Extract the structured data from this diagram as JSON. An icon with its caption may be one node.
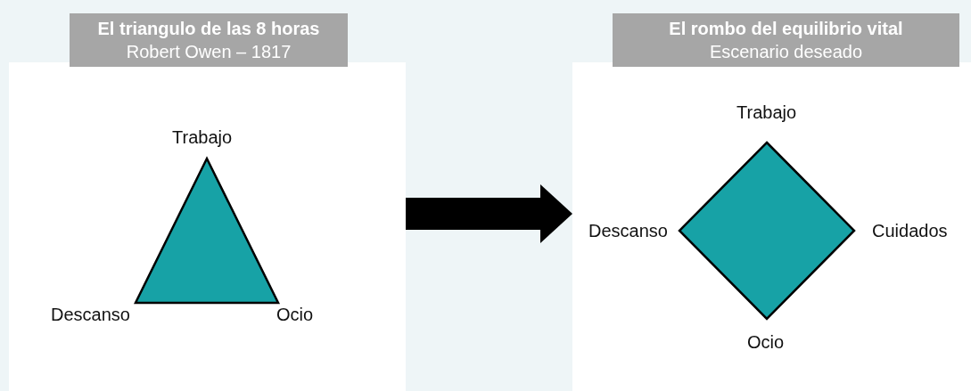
{
  "diagram": {
    "nodes": [
      {
        "text": [
          "El triangulo de las 8 horas",
          "Robert Owen – 1817"
        ]
      },
      {
        "text": [],
        "shape": "triangle",
        "in": 0,
        "beside": [
          "Trabajo",
          "Descanso",
          "Ocio"
        ]
      },
      {
        "text": [
          "El rombo del equilibrio vital",
          "Escenario deseado"
        ]
      },
      {
        "text": [],
        "shape": "diamond",
        "in": 2,
        "beside": [
          "Trabajo",
          "Descanso",
          "Cuidados",
          "Ocio"
        ]
      }
    ],
    "edges": [
      {
        "from": 0,
        "to": 2,
        "arrow": "to"
      }
    ]
  }
}
